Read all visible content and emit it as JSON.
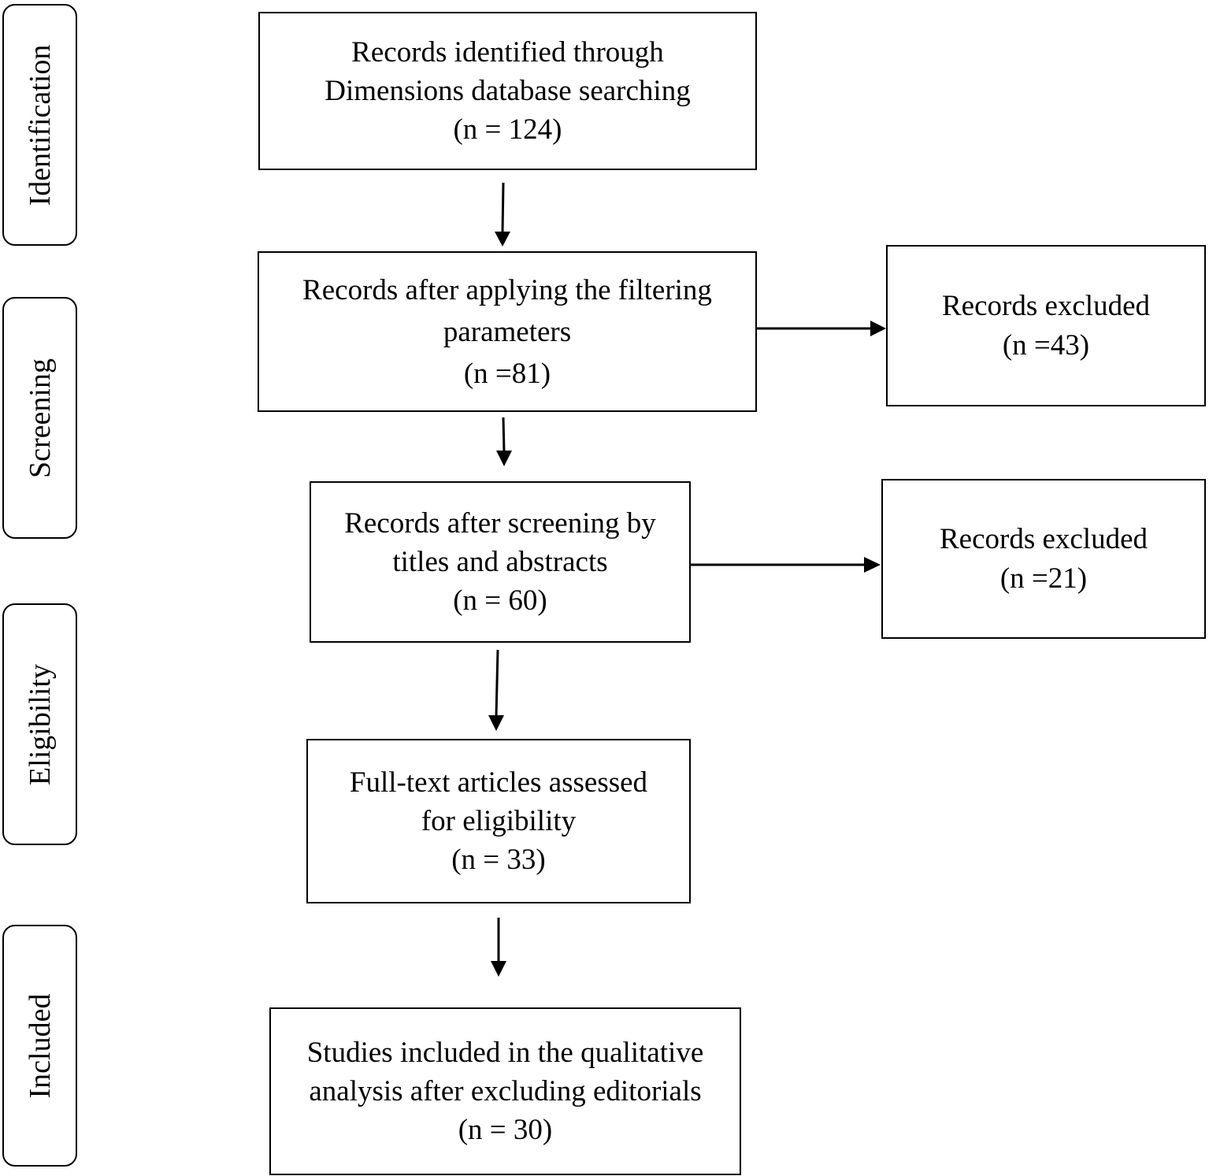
{
  "stages": [
    "Identification",
    "Screening",
    "Eligibility",
    "Included"
  ],
  "boxes": {
    "identified": [
      "Records identified through",
      "Dimensions database searching",
      "(n = 124)"
    ],
    "filtered": [
      "Records after applying the filtering",
      "parameters",
      "(n =81)"
    ],
    "excluded_1": [
      "Records excluded",
      "(n =43)"
    ],
    "screened": [
      "Records after screening by",
      "titles and abstracts",
      "(n = 60)"
    ],
    "excluded_2": [
      "Records excluded",
      "(n =21)"
    ],
    "full_text": [
      "Full-text articles assessed",
      "for eligibility",
      "(n = 33)"
    ],
    "included": [
      "Studies included in the qualitative",
      "analysis after excluding editorials",
      "(n = 30)"
    ]
  }
}
